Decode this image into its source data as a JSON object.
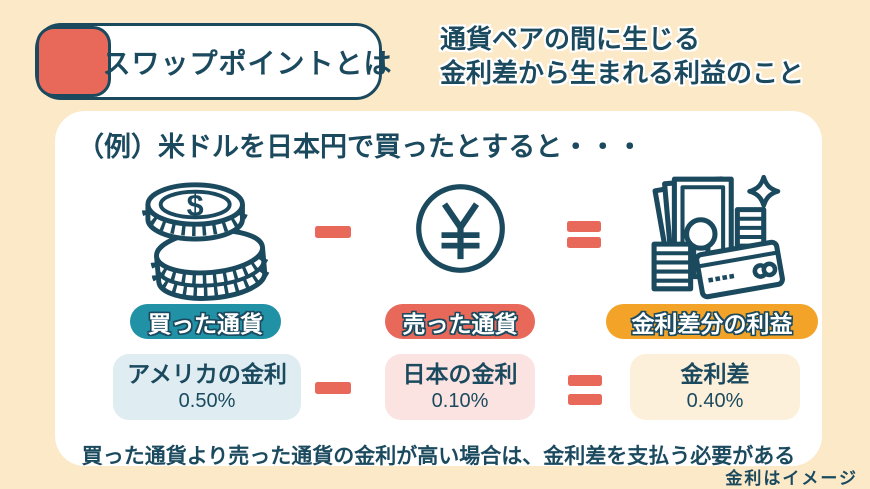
{
  "colors": {
    "background": "#FBE9C8",
    "navy": "#1B4A5F",
    "accent_red": "#E8685A",
    "teal_pill": "#2191A6",
    "orange_pill": "#F3A428",
    "us_rate_box": "#DFEDF2",
    "jp_rate_box": "#FBE3E1",
    "diff_rate_box": "#FCF0DA",
    "card": "#FFFFFF"
  },
  "header": {
    "badge_title": "スワップポイントとは",
    "description_lines": [
      "通貨ペアの間に生じる",
      "金利差から生まれる利益のこと"
    ]
  },
  "card": {
    "example_title": "（例）米ドルを日本円で買ったとすると・・・",
    "columns": [
      {
        "icon": "dollar-coins-icon",
        "pill_label": "買った通貨",
        "pill_color": "#2191A6",
        "rate_label": "アメリカの金利",
        "rate_value": "0.50%",
        "rate_bg": "#DFEDF2"
      },
      {
        "icon": "yen-circle-icon",
        "pill_label": "売った通貨",
        "pill_color": "#E8685A",
        "rate_label": "日本の金利",
        "rate_value": "0.10%",
        "rate_bg": "#FBE3E1"
      },
      {
        "icon": "money-profit-icon",
        "pill_label": "金利差分の利益",
        "pill_color": "#F3A428",
        "rate_label": "金利差",
        "rate_value": "0.40%",
        "rate_bg": "#FCF0DA"
      }
    ],
    "note": "買った通貨より売った通貨の金利が高い場合は、金利差を支払う必要がある"
  },
  "footer": {
    "credit": "金利はイメージ"
  }
}
